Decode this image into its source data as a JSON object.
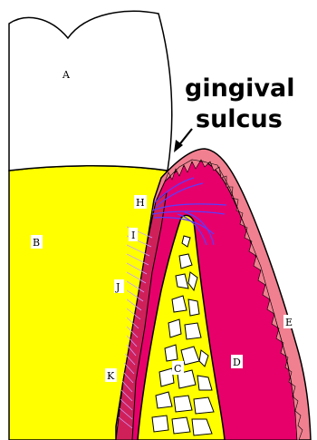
{
  "callout": {
    "line1": "gingival",
    "line2": "sulcus"
  },
  "labels": {
    "A": "A",
    "B": "B",
    "C": "C",
    "D": "D",
    "E": "E",
    "H": "H",
    "I": "I",
    "J": "J",
    "K": "K"
  },
  "colors": {
    "crown": "#ffffff",
    "root_dentin": "#ffff00",
    "gingiva": "#e8006a",
    "epithelium": "#f08090",
    "periodontal_ligament": "#d0205a",
    "bone": "#ffff00",
    "marrow": "#ffffff",
    "fibers": "#5a3cff",
    "outline": "#000000"
  }
}
